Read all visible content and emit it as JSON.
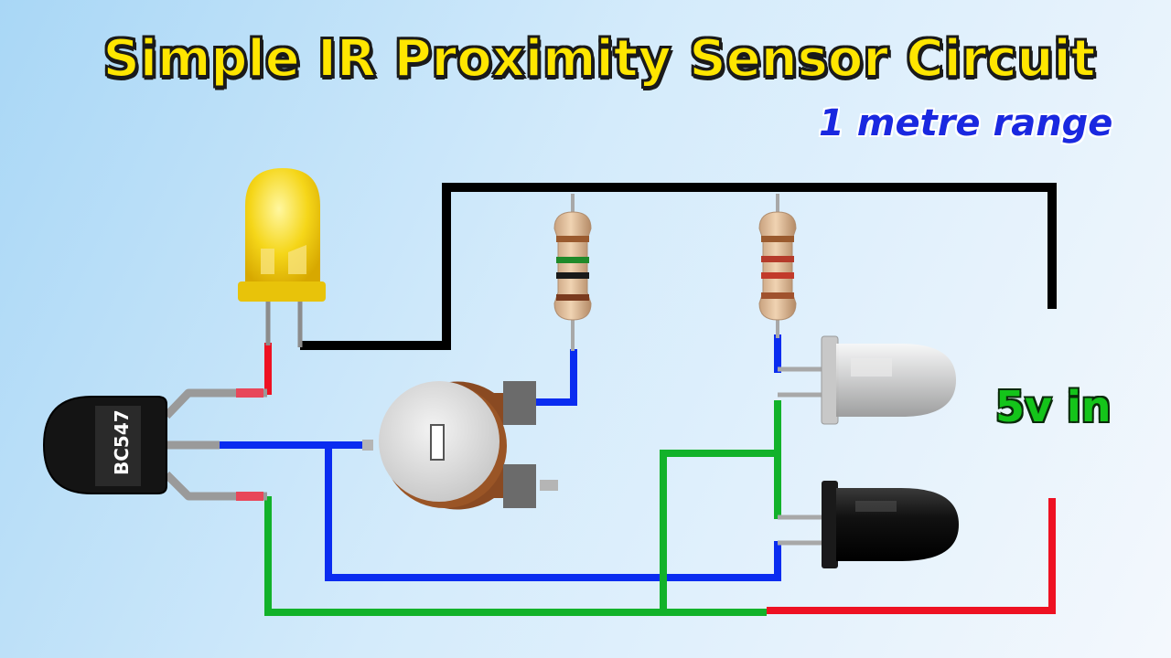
{
  "title": "Simple IR Proximity Sensor Circuit",
  "subtitle": "1 metre range",
  "transistor_label": "BC547",
  "supply_label": "5v in",
  "components": [
    {
      "type": "led",
      "color": "yellow"
    },
    {
      "type": "transistor",
      "part": "BC547"
    },
    {
      "type": "potentiometer"
    },
    {
      "type": "resistor"
    },
    {
      "type": "resistor"
    },
    {
      "type": "ir-led",
      "color": "clear"
    },
    {
      "type": "ir-photodiode",
      "color": "black"
    }
  ],
  "wire_colors": {
    "black": "#000000",
    "blue": "#0a2cf0",
    "green": "#12b22a",
    "red": "#ee1122"
  }
}
